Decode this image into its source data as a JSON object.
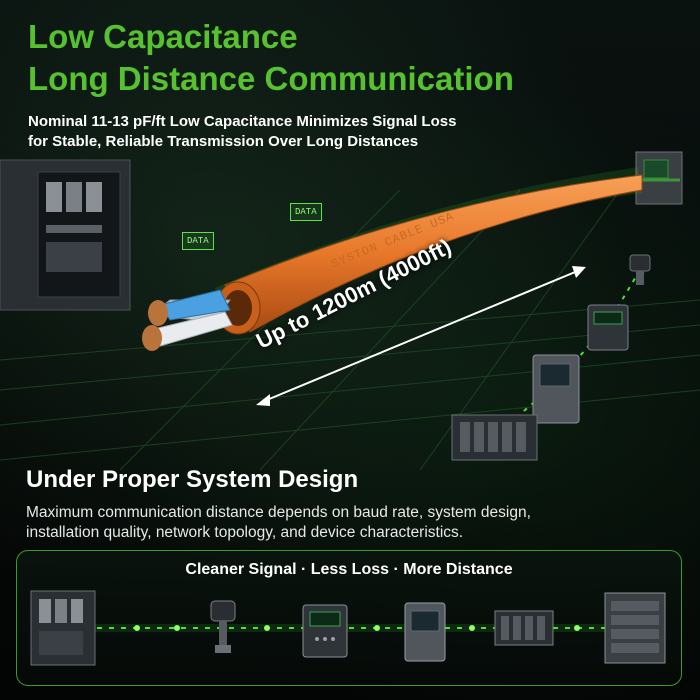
{
  "headline": {
    "line1": "Low Capacitance",
    "line2": "Long Distance Communication"
  },
  "subheadline": {
    "line1": "Nominal 11-13 pF/ft Low Capacitance Minimizes Signal Loss",
    "line2": "for Stable, Reliable Transmission Over Long Distances"
  },
  "cable": {
    "printed_text": "SYSTON CABLE USA",
    "distance_label": "Up to 1200m (4000ft)",
    "data_tags": [
      "DATA",
      "DATA"
    ],
    "colors": {
      "jacket": "#e8782a",
      "signal_glow": "#4be03a"
    }
  },
  "section": {
    "heading": "Under Proper System Design",
    "body_line1": "Maximum communication distance depends on baud rate, system design,",
    "body_line2": "installation quality, network topology, and device characteristics."
  },
  "panel": {
    "title": "Cleaner Signal · Less Loss · More Distance",
    "devices": [
      "server-cabinet-icon",
      "sensor-icon",
      "controller-icon",
      "meter-icon",
      "plc-icon",
      "cabinet-icon"
    ]
  },
  "colors": {
    "accent": "#57c22f",
    "background": "#05090a"
  }
}
